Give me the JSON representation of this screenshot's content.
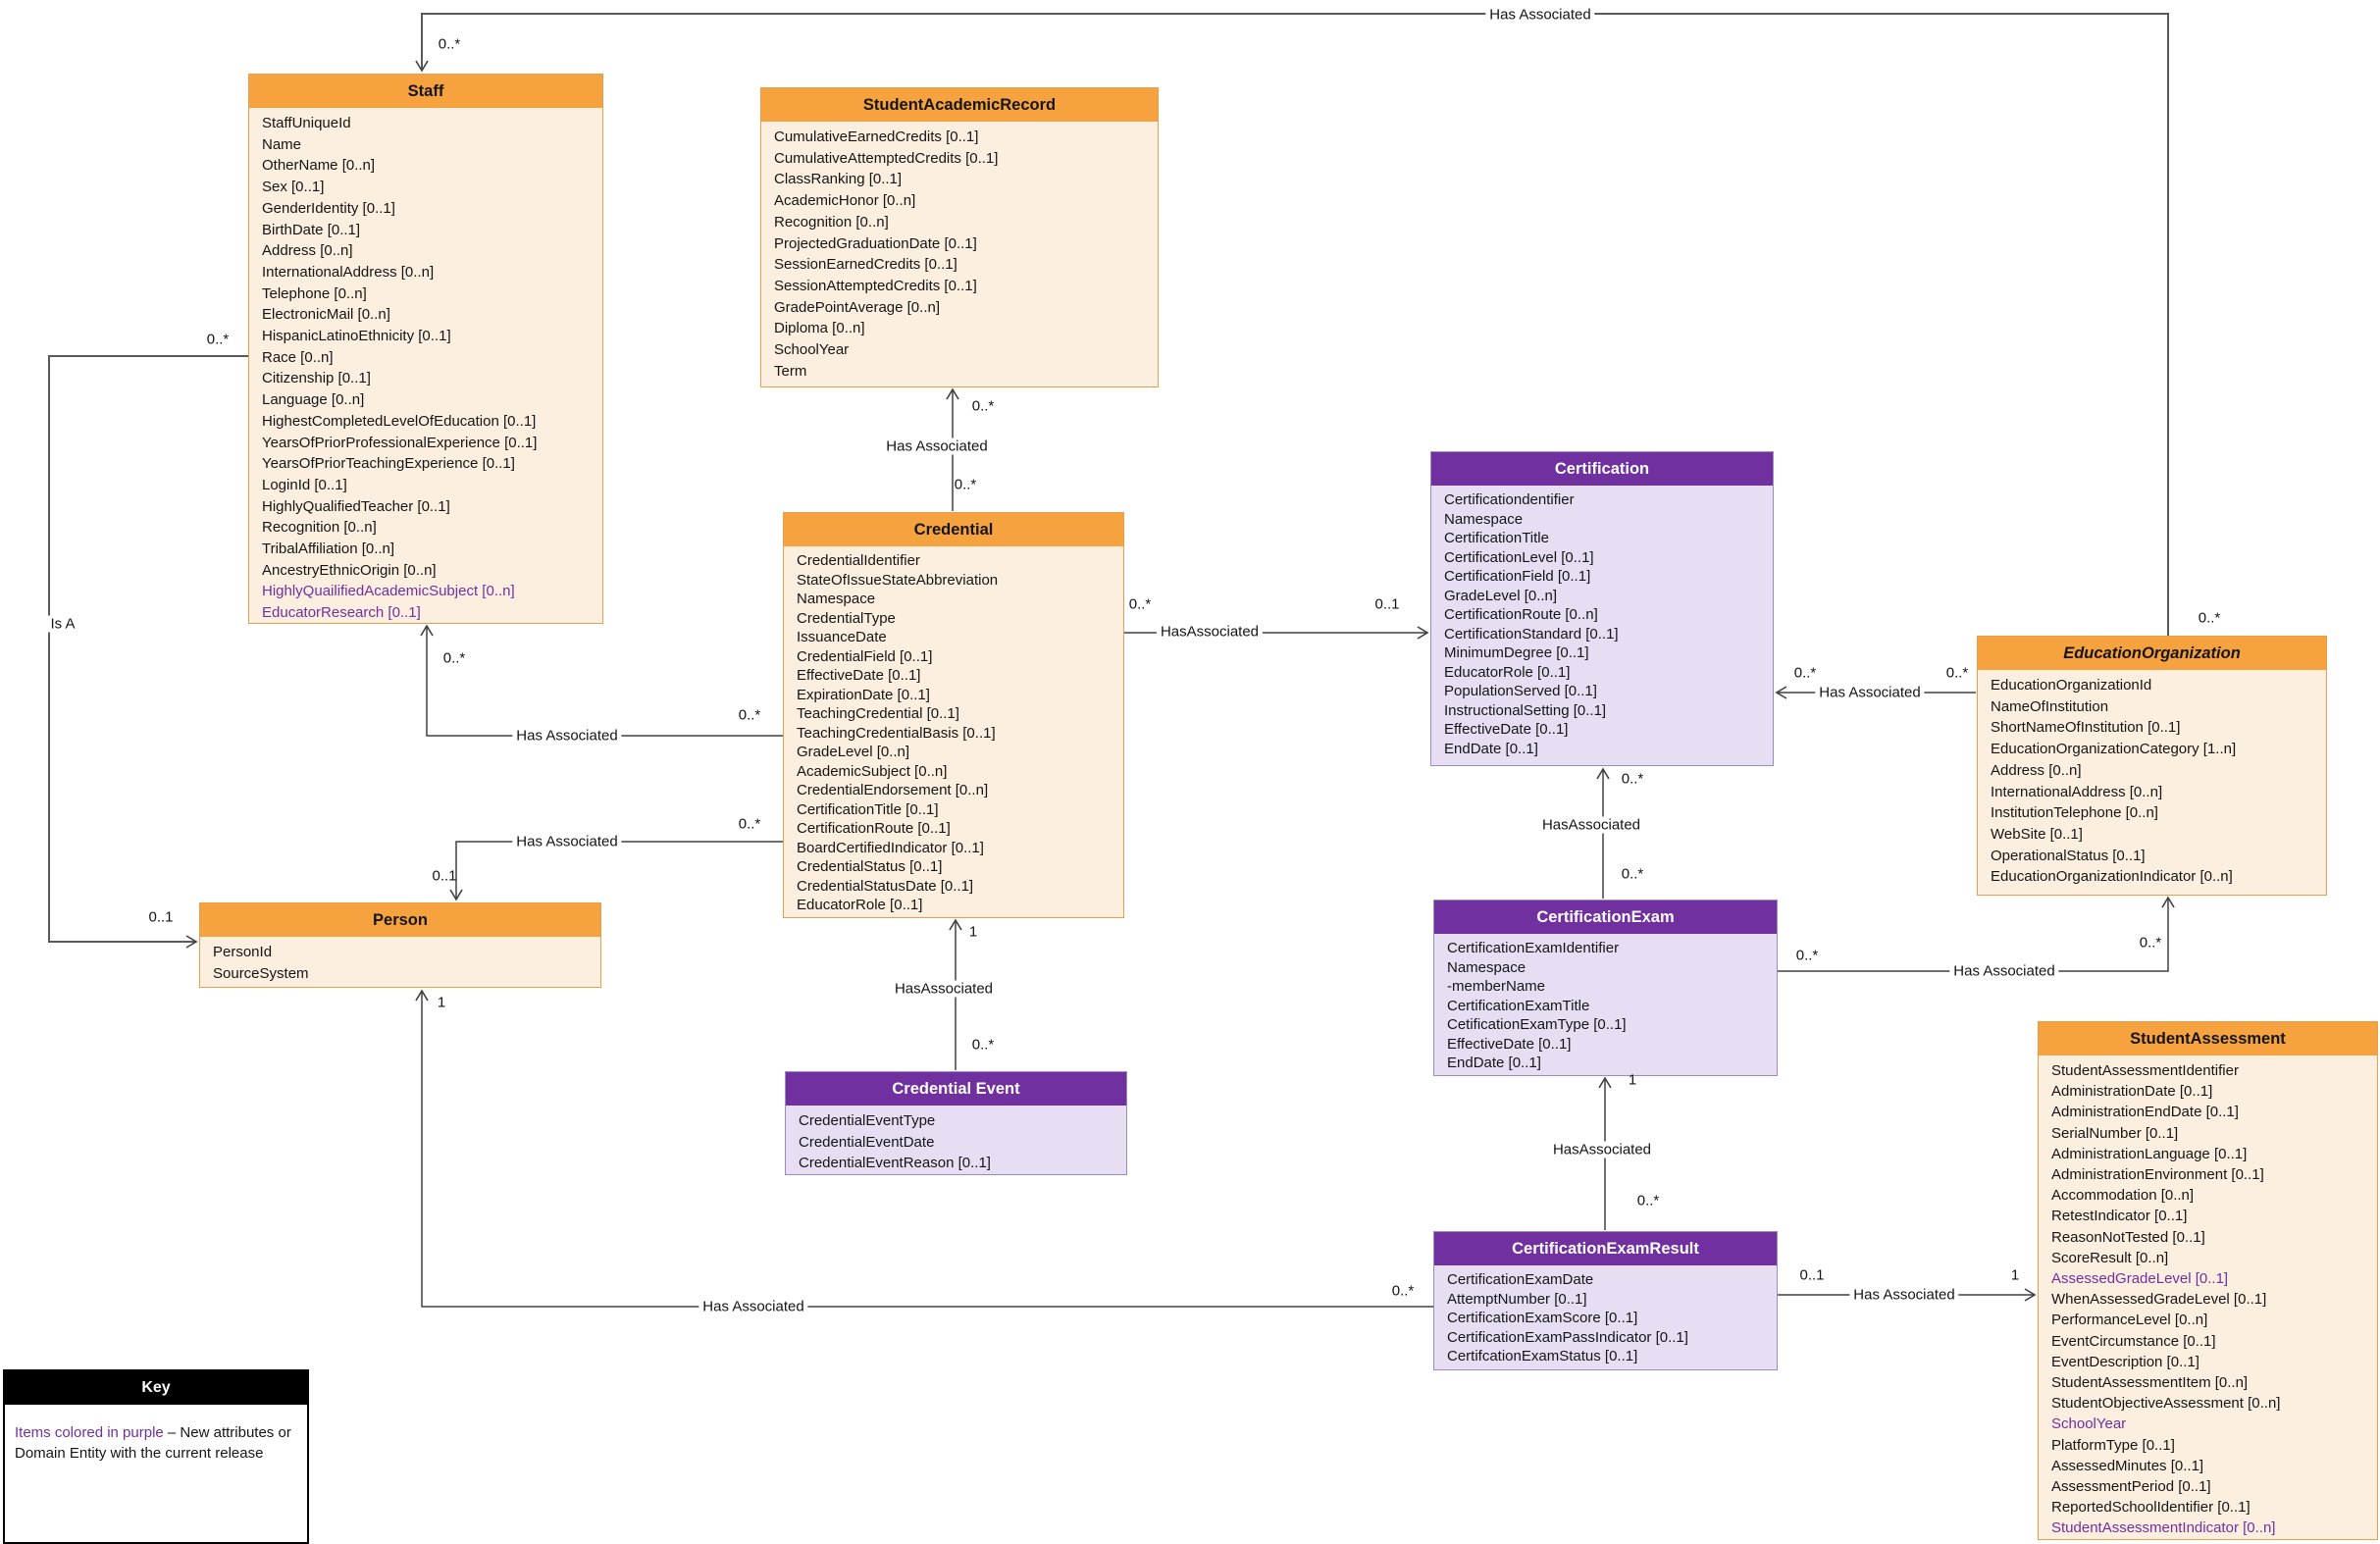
{
  "colors": {
    "orange_header": "#F5A23F",
    "orange_fill": "#FCEFDF",
    "orange_border": "#E5A04C",
    "purple_header": "#7030A0",
    "purple_fill": "#E8DEF4",
    "purple_border": "#9E8BBE",
    "new_item_text": "#7030A0",
    "key_header": "#000000",
    "line": "#404040"
  },
  "entities": {
    "staff": {
      "title": "Staff",
      "attributes": [
        "StaffUniqueId",
        "Name",
        "OtherName [0..n]",
        "Sex [0..1]",
        "GenderIdentity [0..1]",
        "BirthDate [0..1]",
        "Address [0..n]",
        "InternationalAddress [0..n]",
        "Telephone [0..n]",
        "ElectronicMail [0..n]",
        "HispanicLatinoEthnicity [0..1]",
        "Race [0..n]",
        "Citizenship [0..1]",
        "Language [0..n]",
        "HighestCompletedLevelOfEducation [0..1]",
        "YearsOfPriorProfessionalExperience [0..1]",
        "YearsOfPriorTeachingExperience [0..1]",
        "LoginId [0..1]",
        "HighlyQualifiedTeacher [0..1]",
        "Recognition [0..n]",
        "TribalAffiliation [0..n]",
        "AncestryEthnicOrigin [0..n]",
        {
          "text": "HighlyQuailifiedAcademicSubject [0..n]",
          "new": true
        },
        {
          "text": "EducatorResearch [0..1]",
          "new": true
        }
      ]
    },
    "student_academic_record": {
      "title": "StudentAcademicRecord",
      "attributes": [
        "CumulativeEarnedCredits [0..1]",
        "CumulativeAttemptedCredits [0..1]",
        "ClassRanking [0..1]",
        "AcademicHonor [0..n]",
        "Recognition [0..n]",
        "ProjectedGraduationDate [0..1]",
        "SessionEarnedCredits [0..1]",
        "SessionAttemptedCredits [0..1]",
        "GradePointAverage [0..n]",
        "Diploma [0..n]",
        "SchoolYear",
        "Term"
      ]
    },
    "credential": {
      "title": "Credential",
      "attributes": [
        "CredentialIdentifier",
        "StateOfIssueStateAbbreviation",
        "Namespace",
        "CredentialType",
        "IssuanceDate",
        "CredentialField [0..1]",
        "EffectiveDate [0..1]",
        "ExpirationDate [0..1]",
        "TeachingCredential [0..1]",
        "TeachingCredentialBasis [0..1]",
        "GradeLevel [0..n]",
        "AcademicSubject [0..n]",
        "CredentialEndorsement [0..n]",
        "CertificationTitle [0..1]",
        "CertificationRoute [0..1]",
        "BoardCertifiedIndicator [0..1]",
        "CredentialStatus [0..1]",
        "CredentialStatusDate [0..1]",
        "EducatorRole [0..1]"
      ]
    },
    "certification": {
      "title": "Certification",
      "attributes": [
        "Certificationdentifier",
        "Namespace",
        "CertificationTitle",
        "CertificationLevel [0..1]",
        "CertificationField [0..1]",
        "GradeLevel [0..n]",
        "CertificationRoute [0..n]",
        "CertificationStandard [0..1]",
        "MinimumDegree [0..1]",
        "EducatorRole [0..1]",
        "PopulationServed [0..1]",
        "InstructionalSetting [0..1]",
        "EffectiveDate [0..1]",
        "EndDate [0..1]"
      ]
    },
    "education_organization": {
      "title": "EducationOrganization",
      "attributes": [
        "EducationOrganizationId",
        "NameOfInstitution",
        "ShortNameOfInstitution [0..1]",
        "EducationOrganizationCategory [1..n]",
        "Address [0..n]",
        "InternationalAddress [0..n]",
        "InstitutionTelephone [0..n]",
        "WebSite [0..1]",
        "OperationalStatus [0..1]",
        "EducationOrganizationIndicator [0..n]"
      ]
    },
    "certification_exam": {
      "title": "CertificationExam",
      "attributes": [
        "CertificationExamIdentifier",
        "Namespace",
        "-memberName",
        "CertificationExamTitle",
        "CetificationExamType [0..1]",
        "EffectiveDate [0..1]",
        "EndDate [0..1]"
      ]
    },
    "person": {
      "title": "Person",
      "attributes": [
        "PersonId",
        "SourceSystem"
      ]
    },
    "credential_event": {
      "title": "Credential Event",
      "attributes": [
        "CredentialEventType",
        "CredentialEventDate",
        "CredentialEventReason [0..1]"
      ]
    },
    "certification_exam_result": {
      "title": "CertificationExamResult",
      "attributes": [
        "CertificationExamDate",
        "AttemptNumber [0..1]",
        "CertificationExamScore [0..1]",
        "CertificationExamPassIndicator [0..1]",
        "CertifcationExamStatus [0..1]"
      ]
    },
    "student_assessment": {
      "title": "StudentAssessment",
      "attributes": [
        "StudentAssessmentIdentifier",
        "AdministrationDate [0..1]",
        "AdministrationEndDate [0..1]",
        "SerialNumber [0..1]",
        "AdministrationLanguage [0..1]",
        "AdministrationEnvironment [0..1]",
        "Accommodation [0..n]",
        "RetestIndicator [0..1]",
        "ReasonNotTested [0..1]",
        "ScoreResult [0..n]",
        {
          "text": "AssessedGradeLevel [0..1]",
          "new": true
        },
        "WhenAssessedGradeLevel [0..1]",
        "PerformanceLevel [0..n]",
        "EventCircumstance [0..1]",
        "EventDescription [0..1]",
        "StudentAssessmentItem [0..n]",
        "StudentObjectiveAssessment [0..n]",
        {
          "text": "SchoolYear",
          "new": true
        },
        "PlatformType [0..1]",
        "AssessedMinutes [0..1]",
        "AssessmentPeriod [0..1]",
        "ReportedSchoolIdentifier [0..1]",
        {
          "text": "StudentAssessmentIndicator [0..n]",
          "new": true
        }
      ]
    }
  },
  "key": {
    "title": "Key",
    "purple_text": "Items colored in purple ",
    "rest_text": "– New attributes or Domain Entity with the current release"
  },
  "relationships": {
    "edorg_staff": {
      "label": "Has Associated",
      "staff_end": "0..*",
      "edorg_end": "0..*"
    },
    "credential_sar": {
      "label": "Has Associated",
      "sar_end": "0..*",
      "credential_end": "0..*"
    },
    "credential_certification": {
      "label": "HasAssociated",
      "credential_end": "0..*",
      "certification_end": "0..1"
    },
    "staff_credential": {
      "label": "Has Associated",
      "staff_end": "0..*",
      "credential_end": "0..*"
    },
    "person_credential": {
      "label": "Has Associated",
      "person_end": "0..1",
      "credential_end": "0..*"
    },
    "staff_person": {
      "label": "Is A",
      "staff_end": "0..*",
      "person_end": "0..1"
    },
    "credential_event_credential": {
      "label": "HasAssociated",
      "credential_end": "1",
      "event_end": "0..*"
    },
    "certification_exam": {
      "label": "HasAssociated",
      "certification_end": "0..*",
      "exam_end": "0..*"
    },
    "edorg_certification": {
      "label": "Has Associated",
      "certification_end": "0..*",
      "edorg_end": "0..*"
    },
    "exam_edorg": {
      "label": "Has Associated",
      "exam_end": "0..*",
      "edorg_end": "0..*"
    },
    "examresult_exam": {
      "label": "HasAssociated",
      "exam_end": "1",
      "result_end": "0..*"
    },
    "result_assessment": {
      "label": "Has Associated",
      "result_end": "0..1",
      "assessment_end": "1"
    },
    "person_result": {
      "label": "Has Associated",
      "person_end": "1",
      "result_end": "0..*"
    }
  }
}
